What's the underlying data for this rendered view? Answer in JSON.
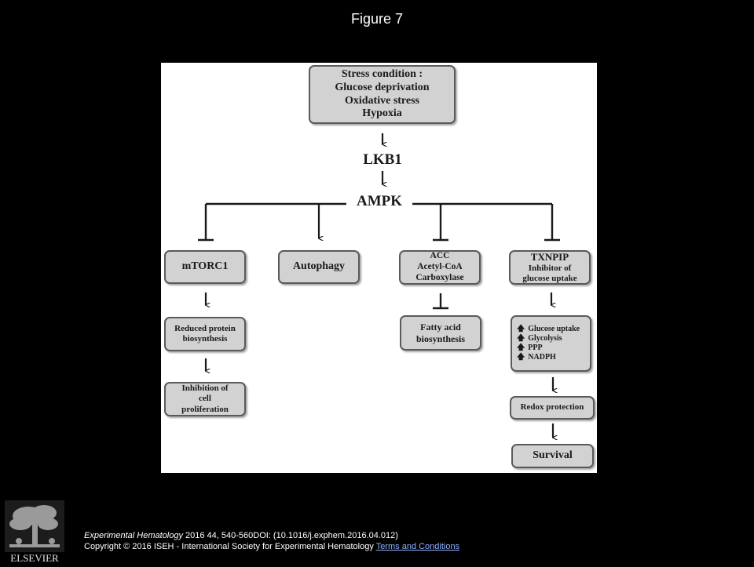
{
  "slide": {
    "title": "Figure 7"
  },
  "diagram": {
    "stress": [
      "Stress condition :",
      "Glucose deprivation",
      "Oxidative stress",
      "Hypoxia"
    ],
    "lkb1": "LKB1",
    "ampk": "AMPK",
    "mtorc1": "mTORC1",
    "autophagy": "Autophagy",
    "acc": [
      "ACC",
      "Acetyl-CoA",
      "Carboxylase"
    ],
    "txnpip": [
      "TXNPIP",
      "Inhibitor of",
      "glucose uptake"
    ],
    "reduced_protein": [
      "Reduced protein",
      "biosynthesis"
    ],
    "inhibition": [
      "Inhibition of",
      "cell",
      "proliferation"
    ],
    "fatty_acid": [
      "Fatty acid",
      "biosynthesis"
    ],
    "txnpip_effects": [
      "Glucose uptake",
      "Glycolysis",
      "PPP",
      "NADPH"
    ],
    "redox": "Redox protection",
    "survival": "Survival"
  },
  "footer": {
    "publisher": "ELSEVIER",
    "citation_journal": "Experimental Hematology",
    "citation_rest": " 2016 44, 540-560DOI: (10.1016/j.exphem.2016.04.012)",
    "copyright": "Copyright © 2016 ISEH - International Society for Experimental Hematology ",
    "terms_link": "Terms and Conditions"
  }
}
